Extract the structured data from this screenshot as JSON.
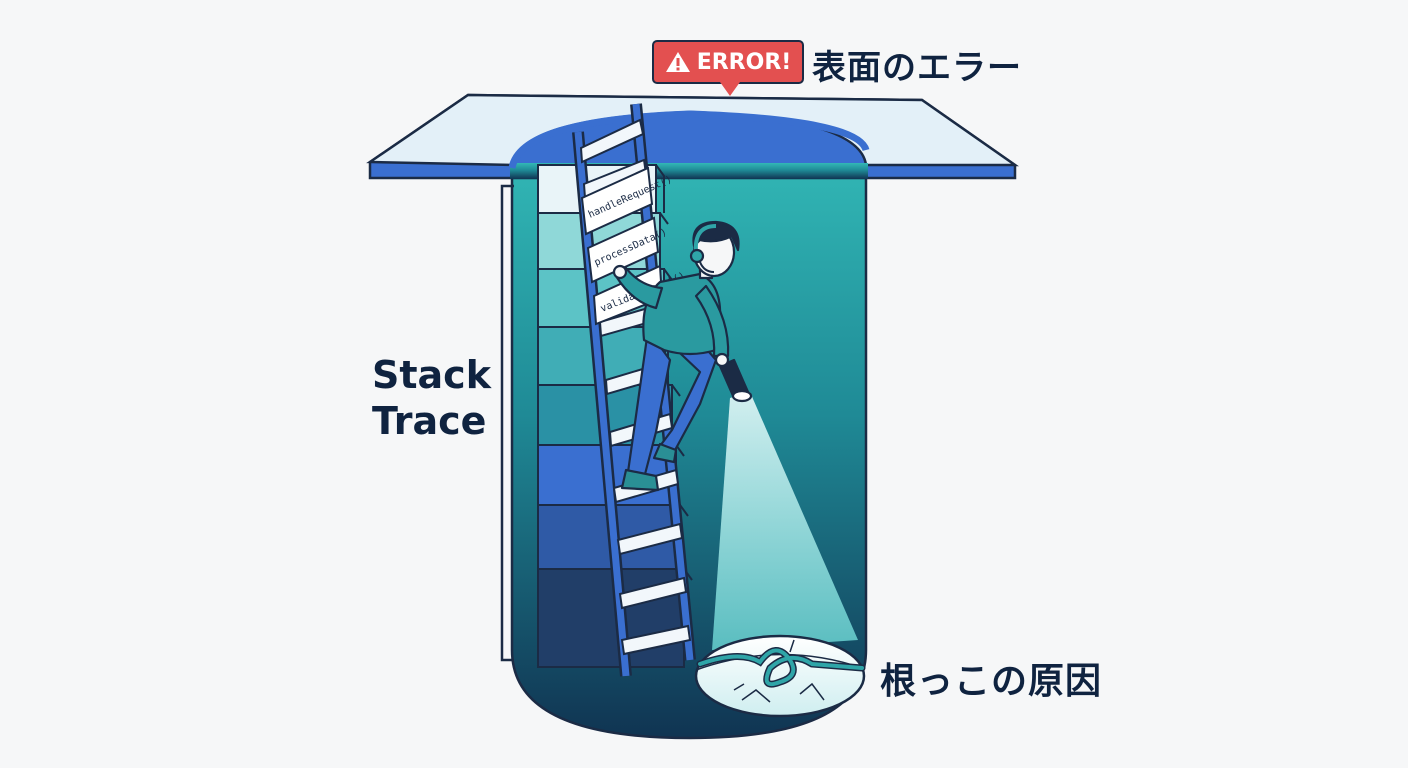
{
  "error_badge": {
    "text": "ERROR!",
    "icon": "warning-triangle-icon",
    "color": "#e35050"
  },
  "labels": {
    "surface_error": "表面のエラー",
    "root_cause": "根っこの原因",
    "stack_trace_line1": "Stack",
    "stack_trace_line2": "Trace"
  },
  "ladder_rungs": [
    "handleRequest()",
    "processData()",
    "validateInput()"
  ],
  "colors": {
    "ink": "#1b2b45",
    "well_top": "#2fb5b5",
    "well_bottom": "#123a55",
    "ground": "#e3f0f8",
    "ground_edge": "#3a6fd0",
    "beam": "#bff3f0"
  }
}
